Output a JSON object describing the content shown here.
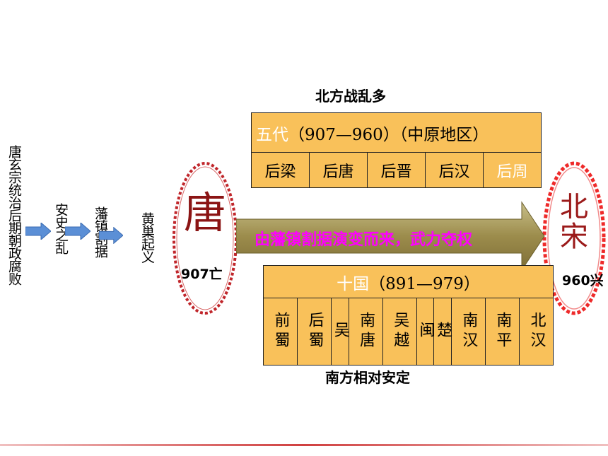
{
  "left_chain": [
    "唐玄宗统治后期朝政腐败",
    "安史之乱",
    "藩镇割据",
    "黄巢起义"
  ],
  "tang": {
    "char": "唐",
    "date": "907亡"
  },
  "song": {
    "chars": "北宋",
    "date": "960兴"
  },
  "arrow_text": "由藩镇割据演变而来，武力夺权",
  "north": {
    "heading": "北方战乱多",
    "title_prefix": "五代",
    "title_rest": "（907—960）（中原地区）",
    "dynasties": [
      "后梁",
      "后唐",
      "后晋",
      "后汉",
      "后周"
    ]
  },
  "south": {
    "heading": "南方相对安定",
    "title_prefix": "十国",
    "title_rest": "（891—979）",
    "kingdoms": [
      "前蜀",
      "后蜀",
      "吴",
      "南唐",
      "吴越",
      "闽",
      "楚",
      "南汉",
      "南平",
      "北汉"
    ]
  },
  "colors": {
    "table_fill": "#f9c15a",
    "arrow_text": "#ff00ff",
    "circle": "#c0262b",
    "arrow": "#a89858"
  }
}
